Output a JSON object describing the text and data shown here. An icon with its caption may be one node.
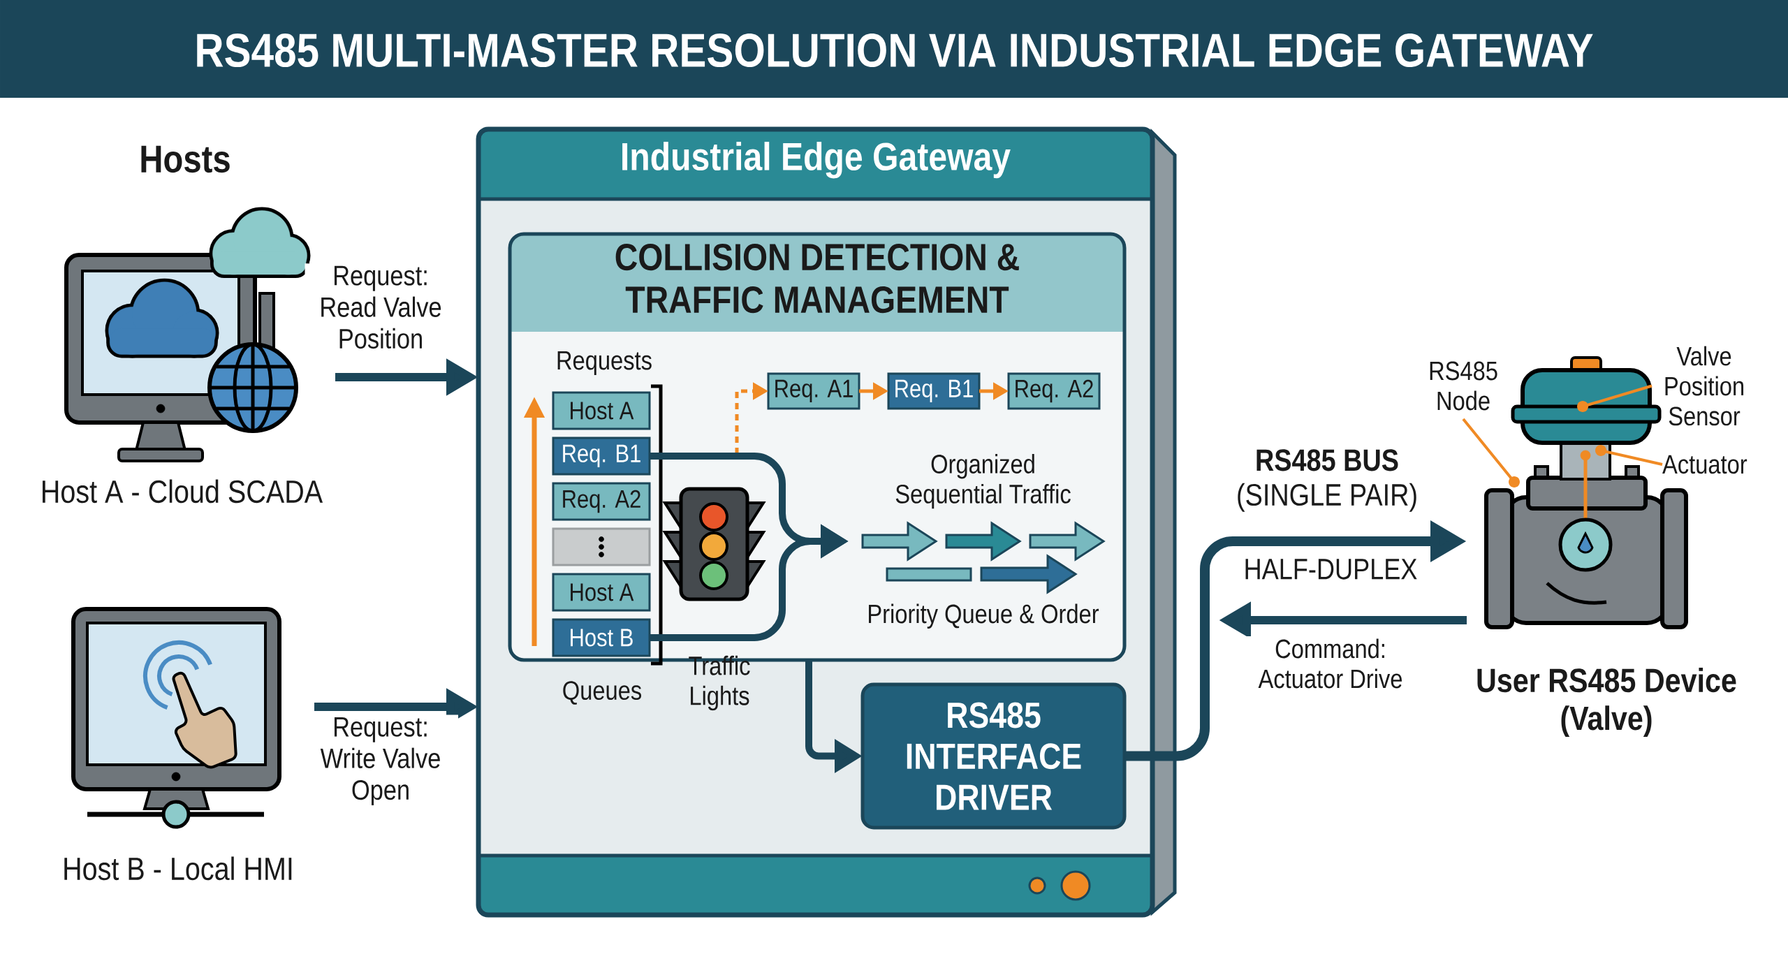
{
  "diagram": {
    "title": "RS485 MULTI-MASTER RESOLUTION VIA INDUSTRIAL EDGE GATEWAY",
    "nodes": [
      {
        "text": [
          "Host A - Cloud SCADA"
        ]
      },
      {
        "text": [
          "Host B - Local HMI"
        ]
      },
      {
        "text": [
          "Industrial Edge Gateway"
        ]
      },
      {
        "text": [
          "COLLISION DETECTION & TRAFFIC MANAGEMENT"
        ],
        "in": 2
      },
      {
        "text": [
          "Host A"
        ],
        "in": 3
      },
      {
        "text": [
          "Req. B1"
        ],
        "in": 3
      },
      {
        "text": [
          "Req. A2"
        ],
        "in": 3
      },
      {
        "text": [],
        "shape": "box",
        "in": 3
      },
      {
        "text": [
          "Host A"
        ],
        "in": 3
      },
      {
        "text": [
          "Host B"
        ],
        "in": 3
      },
      {
        "text": [
          "Req. A1"
        ],
        "in": 3
      },
      {
        "text": [
          "Req. B1"
        ],
        "in": 3
      },
      {
        "text": [
          "Req. A2"
        ],
        "in": 3
      },
      {
        "text": [
          "Organized Sequential Traffic",
          "Priority Queue & Order"
        ],
        "in": 3
      },
      {
        "text": [
          "RS485 INTERFACE DRIVER"
        ],
        "in": 2
      },
      {
        "text": [
          "User RS485 Device (Valve)"
        ]
      },
      {
        "text": [
          "RS485 Node"
        ]
      },
      {
        "text": [
          "Valve Position Sensor"
        ]
      },
      {
        "text": [
          "Actuator"
        ]
      }
    ],
    "edges": [
      {
        "from": 0,
        "to": 2,
        "arrow": "to",
        "label": "Request: Read Valve Position"
      },
      {
        "from": 1,
        "to": 2,
        "arrow": "to",
        "label": "Request: Write Valve Open"
      },
      {
        "from": 5,
        "to": 13,
        "arrow": "to"
      },
      {
        "from": 9,
        "to": 13,
        "arrow": "to"
      },
      {
        "from": 5,
        "to": 10,
        "arrow": "to",
        "style": "dashed",
        "color": "#f08a24"
      },
      {
        "from": 10,
        "to": 11,
        "arrow": "to",
        "color": "#f08a24"
      },
      {
        "from": 11,
        "to": 12,
        "arrow": "to",
        "color": "#f08a24"
      },
      {
        "from": 3,
        "to": 14,
        "arrow": "to"
      },
      {
        "from": 14,
        "to": 15,
        "arrow": "to",
        "label": "**RS485 BUS** (SINGLE PAIR)"
      },
      {
        "from": 15,
        "to": null,
        "arrow": "to",
        "label": "Command: Actuator Drive"
      },
      {
        "from": 16,
        "to": 15,
        "arrow": "other",
        "color": "#f08a24"
      },
      {
        "from": 17,
        "to": 15,
        "arrow": "other",
        "color": "#f08a24"
      },
      {
        "from": 18,
        "to": 15,
        "arrow": "other",
        "color": "#f08a24"
      }
    ],
    "labels": [
      "Hosts",
      "Requests",
      "Queues",
      "Traffic Lights",
      "HALF-DUPLEX"
    ]
  }
}
